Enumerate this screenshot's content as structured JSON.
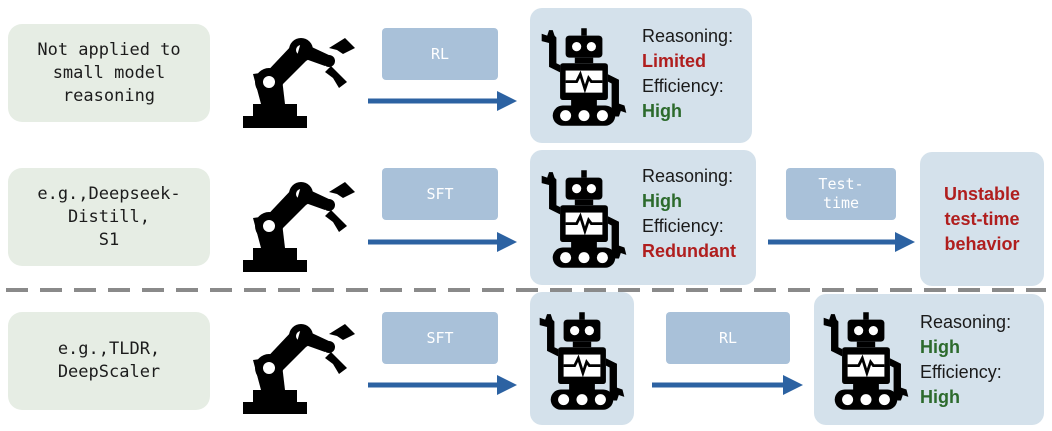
{
  "colors": {
    "label_bg": "#e6ede4",
    "step_bg": "#a9c1d9",
    "panel_bg": "#d4e1eb",
    "arrow": "#2c62a2",
    "good": "#2c6a2c",
    "bad": "#b01e1e",
    "divider": "#8a8a8a"
  },
  "icons": {
    "arm": "robotic-arm-icon",
    "robot": "robot-icon",
    "arrow": "arrow-right-icon"
  },
  "rows": [
    {
      "label": "Not applied to\nsmall model\nreasoning",
      "steps": [
        "RL"
      ],
      "result": {
        "reasoning_label": "Reasoning:",
        "reasoning_value": "Limited",
        "efficiency_label": "Efficiency:",
        "efficiency_value": "High"
      }
    },
    {
      "label": "e.g.,Deepseek-\nDistill,\nS1",
      "steps": [
        "SFT",
        "Test-\ntime"
      ],
      "result": {
        "reasoning_label": "Reasoning:",
        "reasoning_value": "High",
        "efficiency_label": "Efficiency:",
        "efficiency_value": "Redundant"
      },
      "outcome": "Unstable\ntest-time\nbehavior"
    },
    {
      "label": "e.g.,TLDR,\nDeepScaler",
      "steps": [
        "SFT",
        "RL"
      ],
      "result": {
        "reasoning_label": "Reasoning:",
        "reasoning_value": "High",
        "efficiency_label": "Efficiency:",
        "efficiency_value": "High"
      }
    }
  ]
}
